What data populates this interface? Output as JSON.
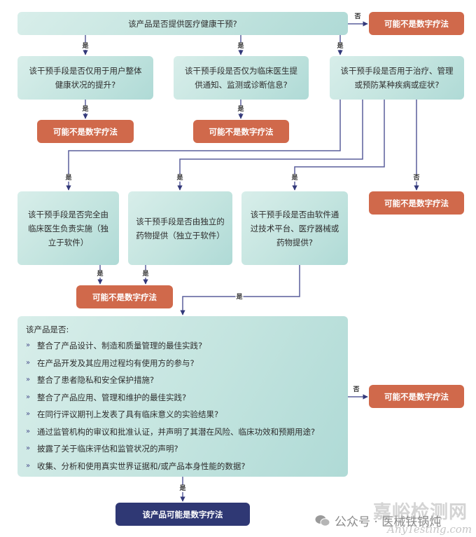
{
  "colors": {
    "question_fill": "#c3e4df",
    "negative_outcome": "#d0694b",
    "positive_outcome": "#2f3874",
    "connector": "#4b4f8c"
  },
  "labels": {
    "yes": "是",
    "no": "否"
  },
  "nodes": {
    "q1": "该产品是否提供医疗健康干预?",
    "q2a": "该干预手段是否仅用于用户整体健康状况的提升?",
    "q2b": "该干预手段是否仅为临床医生提供通知、监测或诊断信息?",
    "q2c": "该干预手段是否用于治疗、管理或预防某种疾病或症状?",
    "q3a": "该干预手段是否完全由临床医生负责实施（独立于软件）",
    "q3b": "该干预手段是否由独立的药物提供（独立于软件）",
    "q3c": "该干预手段是否由软件通过技术平台、医疗器械或药物提供?",
    "not_dtx": "可能不是数字疗法",
    "final_yes": "该产品可能是数字疗法"
  },
  "checklist": {
    "title": "该产品是否:",
    "items": [
      "整合了产品设计、制造和质量管理的最佳实践?",
      "在产品开发及其应用过程均有使用方的参与?",
      "整合了患者隐私和安全保护措施?",
      "整合了产品应用、管理和维护的最佳实践?",
      "在同行评议期刊上发表了具有临床意义的实验结果?",
      "通过监管机构的审议和批准认证，并声明了其潜在风险、临床功效和预期用途?",
      "披露了关于临床评估和监管状况的声明?",
      "收集、分析和使用真实世界证据和/或产品本身性能的数据?"
    ]
  },
  "watermark": {
    "site": "嘉峪检测网",
    "account": "公众号 · 医械铁锅炖",
    "url": "AnyTesting.com"
  }
}
